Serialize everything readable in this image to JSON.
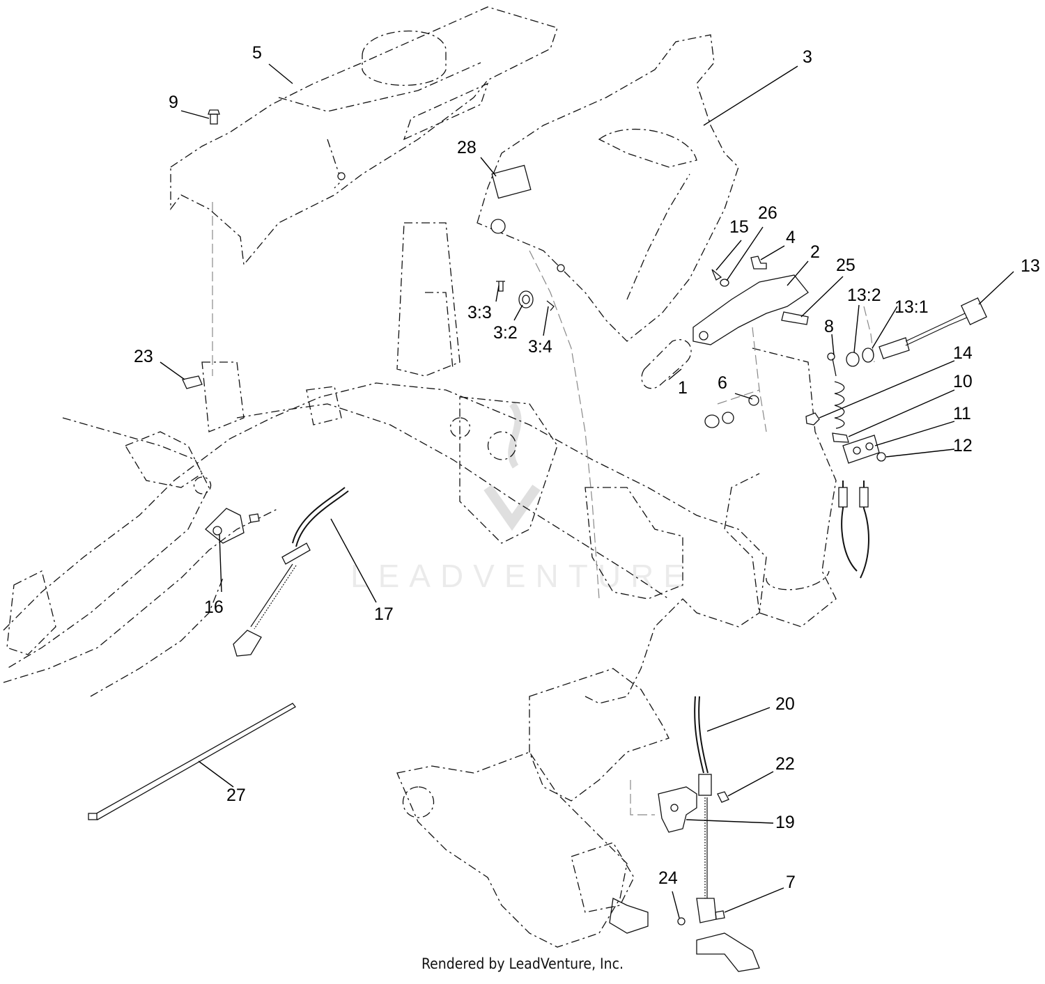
{
  "callouts": [
    {
      "id": "c1",
      "label": "1"
    },
    {
      "id": "c2",
      "label": "2"
    },
    {
      "id": "c3",
      "label": "3"
    },
    {
      "id": "c3_2",
      "label": "3:2"
    },
    {
      "id": "c3_3",
      "label": "3:3"
    },
    {
      "id": "c3_4",
      "label": "3:4"
    },
    {
      "id": "c4",
      "label": "4"
    },
    {
      "id": "c5",
      "label": "5"
    },
    {
      "id": "c6",
      "label": "6"
    },
    {
      "id": "c7",
      "label": "7"
    },
    {
      "id": "c8",
      "label": "8"
    },
    {
      "id": "c9",
      "label": "9"
    },
    {
      "id": "c10",
      "label": "10"
    },
    {
      "id": "c11",
      "label": "11"
    },
    {
      "id": "c12",
      "label": "12"
    },
    {
      "id": "c13",
      "label": "13"
    },
    {
      "id": "c13_1",
      "label": "13:1"
    },
    {
      "id": "c13_2",
      "label": "13:2"
    },
    {
      "id": "c14",
      "label": "14"
    },
    {
      "id": "c15",
      "label": "15"
    },
    {
      "id": "c16",
      "label": "16"
    },
    {
      "id": "c17",
      "label": "17"
    },
    {
      "id": "c19",
      "label": "19"
    },
    {
      "id": "c20",
      "label": "20"
    },
    {
      "id": "c22",
      "label": "22"
    },
    {
      "id": "c23",
      "label": "23"
    },
    {
      "id": "c24",
      "label": "24"
    },
    {
      "id": "c25",
      "label": "25"
    },
    {
      "id": "c26",
      "label": "26"
    },
    {
      "id": "c27",
      "label": "27"
    },
    {
      "id": "c28",
      "label": "28"
    }
  ],
  "watermark": "LEADVENTURE",
  "footer": "Rendered by LeadVenture, Inc."
}
